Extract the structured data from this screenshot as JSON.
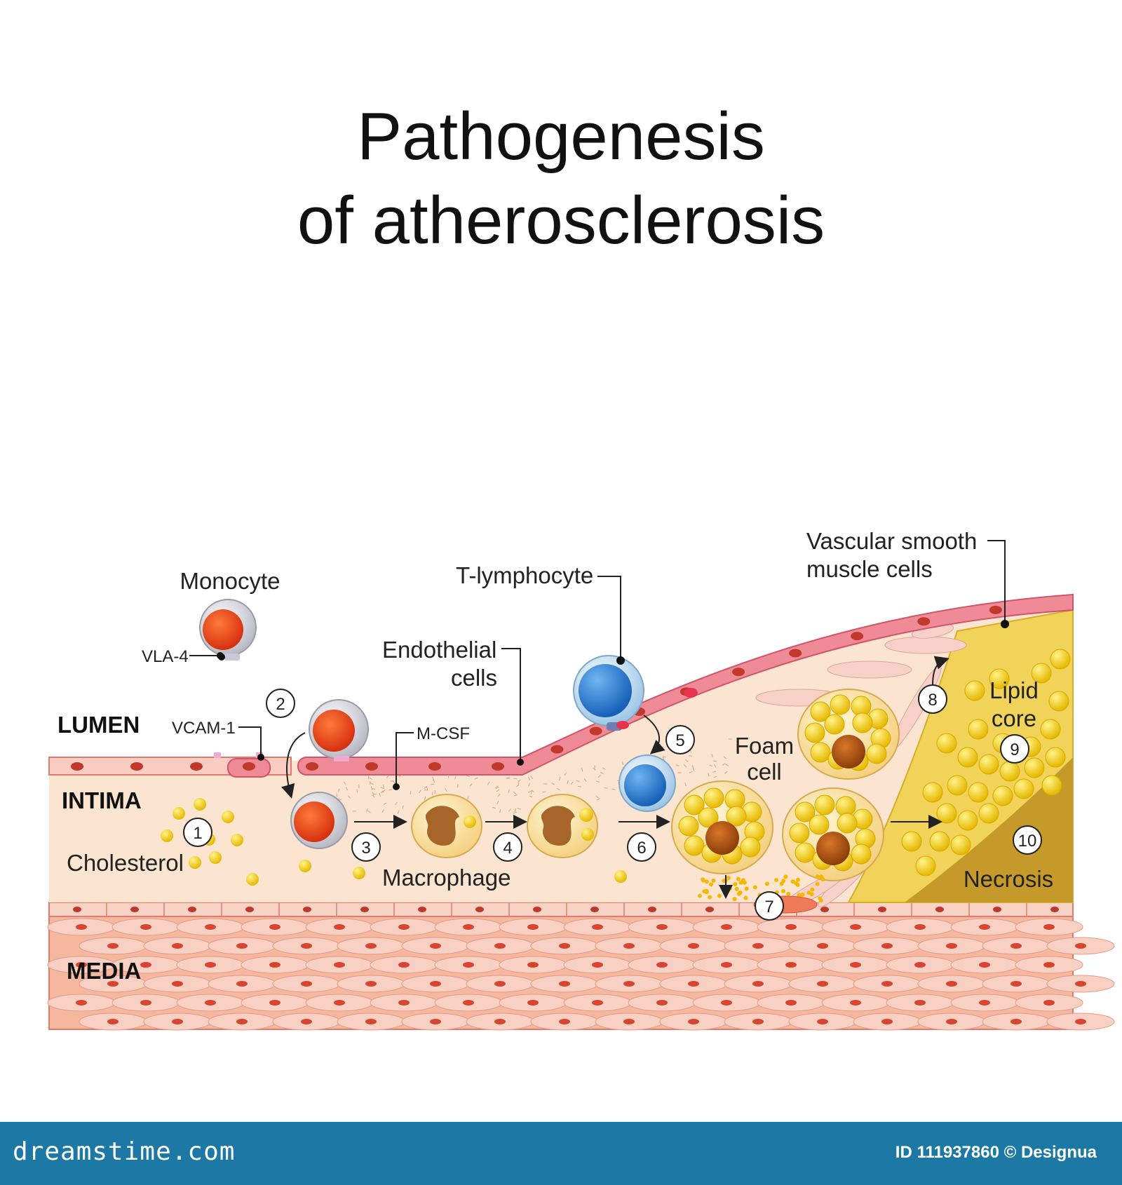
{
  "title": {
    "line1": "Pathogenesis",
    "line2": "of atherosclerosis"
  },
  "layers": {
    "lumen": "LUMEN",
    "intima": "INTIMA",
    "media": "MEDIA"
  },
  "labels": {
    "monocyte": "Monocyte",
    "vla4": "VLA-4",
    "vcam1": "VCAM-1",
    "endothelial_line1": "Endothelial",
    "endothelial_line2": "cells",
    "t_lymphocyte": "T-lymphocyte",
    "vsmc_line1": "Vascular smooth",
    "vsmc_line2": "muscle cells",
    "mcsf": "M-CSF",
    "cholesterol": "Cholesterol",
    "macrophage": "Macrophage",
    "foam_line1": "Foam",
    "foam_line2": "cell",
    "lipid_line1": "Lipid",
    "lipid_line2": "core",
    "necrosis": "Necrosis"
  },
  "steps": [
    "1",
    "2",
    "3",
    "4",
    "5",
    "6",
    "7",
    "8",
    "9",
    "10"
  ],
  "colors": {
    "endothelium": "#e9707e",
    "nucleus": "#c0392b",
    "intima": "#fbe5d1",
    "media": "#f5b89e",
    "lipid": "#f5cc1e",
    "lipid_core": "#f1d35a",
    "necrosis": "#c59a2a",
    "monocyte_nucleus": "#e1411c",
    "lymphocyte": "#2f8fd8",
    "foam_nucleus": "#b8560e",
    "footer": "#1c78a4"
  },
  "footer": {
    "brand": "dreamstime.com",
    "credit": "ID 111937860 © Designua"
  }
}
